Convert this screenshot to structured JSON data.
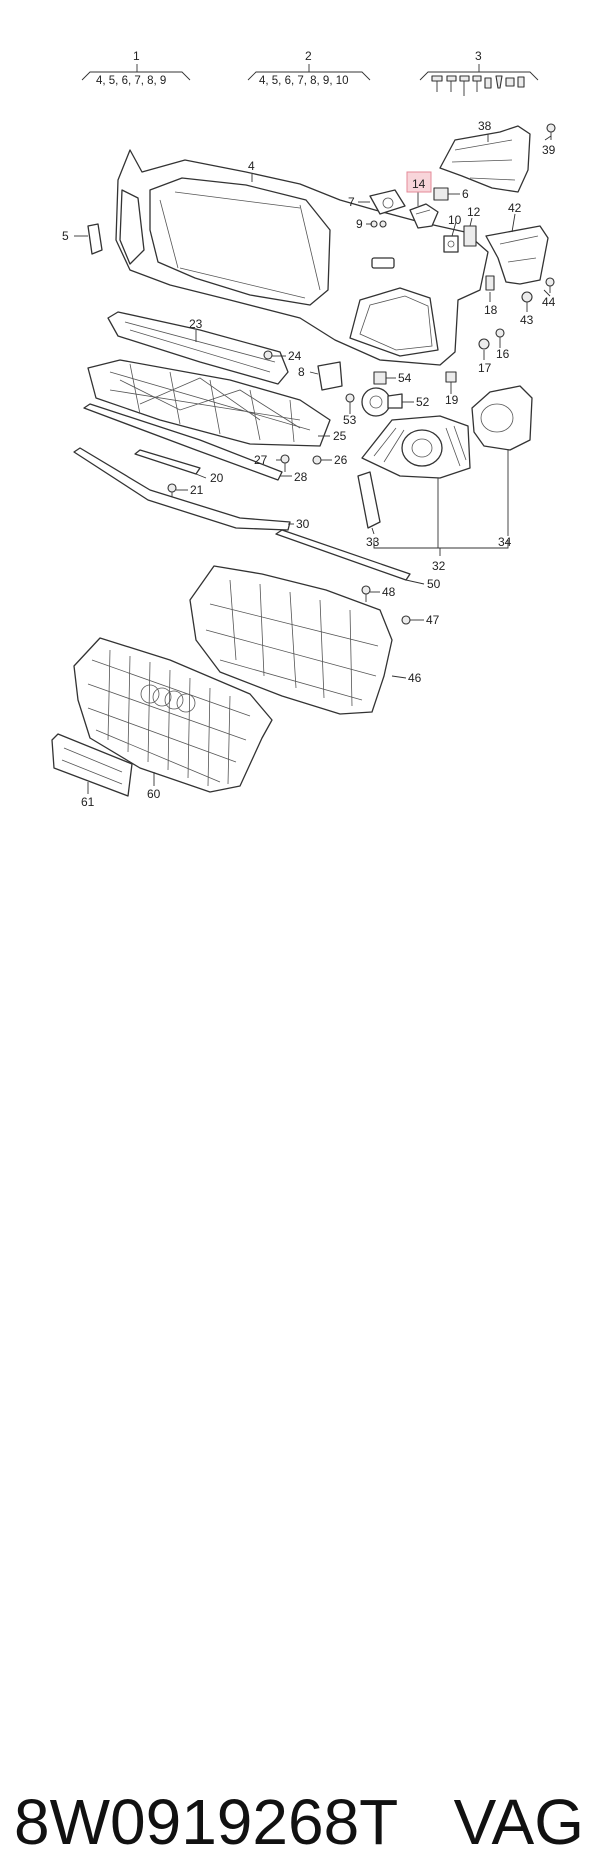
{
  "kit_groups": [
    {
      "number": "1",
      "contents": "4, 5, 6, 7, 8, 9"
    },
    {
      "number": "2",
      "contents": "4, 5, 6, 7, 8, 9, 10"
    },
    {
      "number": "3",
      "contents": ""
    }
  ],
  "callouts": [
    "38",
    "39",
    "4",
    "14",
    "6",
    "7",
    "9",
    "10",
    "12",
    "42",
    "5",
    "18",
    "44",
    "43",
    "23",
    "24",
    "16",
    "8",
    "54",
    "17",
    "19",
    "53",
    "52",
    "25",
    "27",
    "26",
    "20",
    "21",
    "28",
    "30",
    "33",
    "34",
    "32",
    "50",
    "48",
    "47",
    "46",
    "61",
    "60"
  ],
  "highlighted_callout": "14",
  "highlight_color": "#f8d5da",
  "caption": {
    "part_number": "8W0919268T",
    "brand": "VAG"
  }
}
